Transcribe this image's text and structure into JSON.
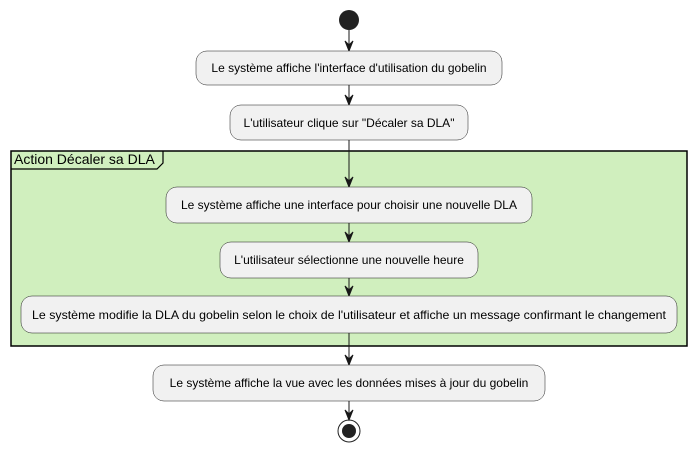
{
  "partition": {
    "title": "Action Décaler sa DLA"
  },
  "activities": [
    "Le système affiche l'interface d'utilisation du gobelin",
    "L'utilisateur clique sur \"Décaler sa DLA\"",
    "Le système affiche une interface pour choisir une nouvelle DLA",
    "L'utilisateur sélectionne une nouvelle heure",
    "Le système modifie la DLA du gobelin selon le choix de l'utilisateur et affiche un message confirmant le changement",
    "Le système affiche la vue avec les données mises à jour du gobelin"
  ],
  "colors": {
    "activity_fill": "#f1f1f1",
    "activity_border": "#181818",
    "partition_fill": "#d0efbe",
    "node_fill": "#222222"
  }
}
